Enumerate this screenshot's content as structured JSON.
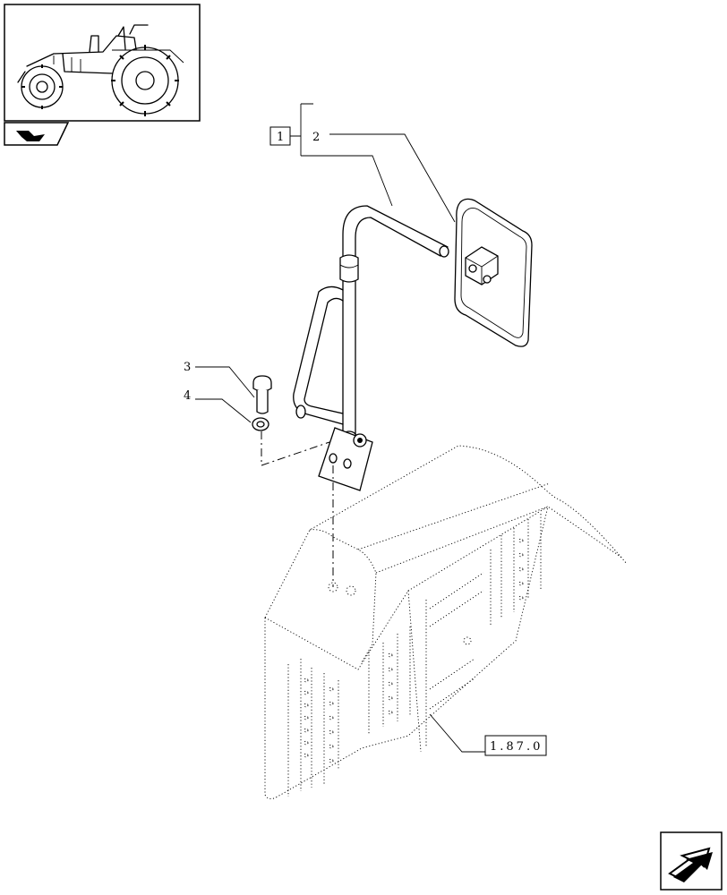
{
  "callouts": {
    "kit": "1",
    "mirror": "2",
    "screw": "3",
    "washer": "4"
  },
  "reference": {
    "fender_ref": "1.87.0"
  },
  "icons": {
    "thumbnail": "tractor-thumbnail-icon",
    "section": "section-arrow-icon",
    "navigation": "next-page-arrow-icon"
  },
  "colors": {
    "line": "#000000",
    "background": "#ffffff"
  }
}
